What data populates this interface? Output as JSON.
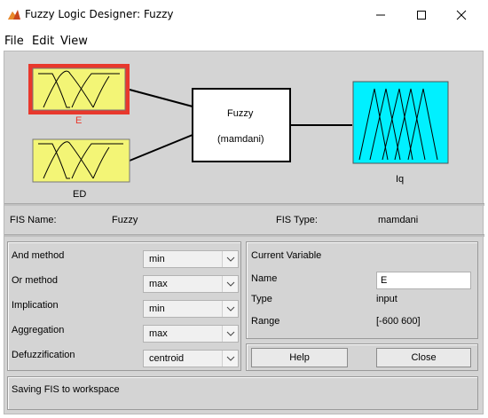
{
  "window": {
    "title": "Fuzzy Logic Designer: Fuzzy"
  },
  "menu": {
    "items": [
      "File",
      "Edit",
      "View"
    ]
  },
  "diagram": {
    "inputs": [
      {
        "name": "E",
        "selected": true,
        "color": "#f3f576",
        "label_color": "#e8382c"
      },
      {
        "name": "ED",
        "selected": false,
        "color": "#f3f576",
        "label_color": "#000000"
      }
    ],
    "system": {
      "name": "Fuzzy",
      "kind": "(mamdani)"
    },
    "output": {
      "name": "Iq",
      "color": "#00f0ff"
    }
  },
  "fis_info": {
    "name_label": "FIS Name:",
    "name_value": "Fuzzy",
    "type_label": "FIS Type:",
    "type_value": "mamdani"
  },
  "methods": [
    {
      "label": "And method",
      "value": "min"
    },
    {
      "label": "Or method",
      "value": "max"
    },
    {
      "label": "Implication",
      "value": "min"
    },
    {
      "label": "Aggregation",
      "value": "max"
    },
    {
      "label": "Defuzzification",
      "value": "centroid"
    }
  ],
  "current_variable": {
    "title": "Current Variable",
    "name_label": "Name",
    "name_value": "E",
    "type_label": "Type",
    "type_value": "input",
    "range_label": "Range",
    "range_value": "[-600 600]"
  },
  "buttons": {
    "help": "Help",
    "close": "Close"
  },
  "status": {
    "text": "Saving FIS to workspace"
  }
}
